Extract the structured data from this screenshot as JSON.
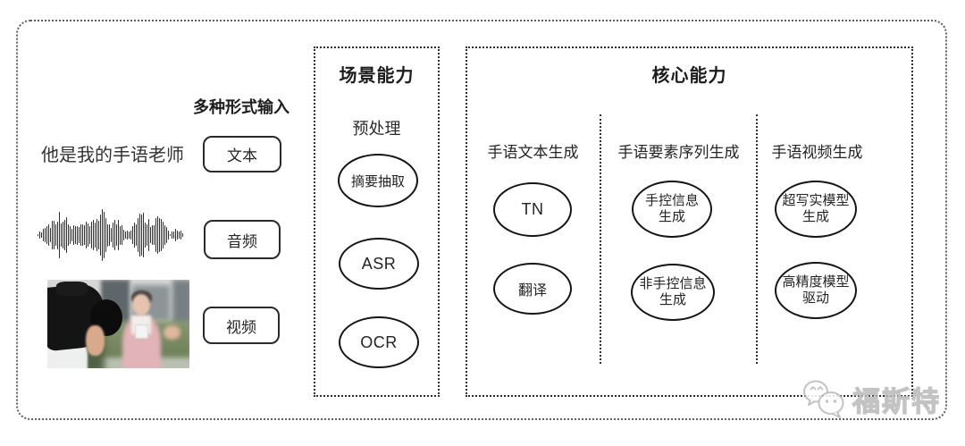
{
  "inputs": {
    "header": "多种形式输入",
    "text_sample": "他是我的手语老师",
    "items": [
      {
        "label": "文本"
      },
      {
        "label": "音频"
      },
      {
        "label": "视频"
      }
    ]
  },
  "scene": {
    "title": "场景能力",
    "subtitle": "预处理",
    "nodes": [
      {
        "label": "摘要抽取"
      },
      {
        "label": "ASR"
      },
      {
        "label": "OCR"
      }
    ]
  },
  "core": {
    "title": "核心能力",
    "columns": [
      {
        "header": "手语文本生成",
        "nodes": [
          {
            "label": "TN"
          },
          {
            "label": "翻译"
          }
        ]
      },
      {
        "header": "手语要素序列生成",
        "nodes": [
          {
            "label": "手控信息生成"
          },
          {
            "label": "非手控信息生成"
          }
        ]
      },
      {
        "header": "手语视频生成",
        "nodes": [
          {
            "label": "超写实模型生成"
          },
          {
            "label": "高精度模型驱动"
          }
        ]
      }
    ]
  },
  "watermark": {
    "icon": "wechat-icon",
    "text": "福斯特"
  },
  "colors": {
    "line": "#2f2f2f",
    "outer_border": "#5f5f5f",
    "text": "#242424",
    "watermark_gray": "#b9b9b9"
  }
}
